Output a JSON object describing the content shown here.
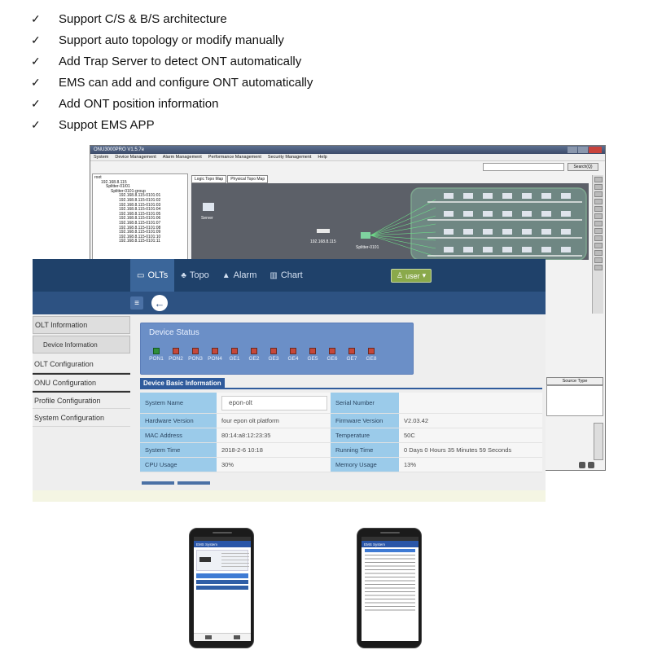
{
  "features": [
    "Support C/S & B/S architecture",
    "Support auto topology or modify manually",
    "Add Trap Server to detect ONT automatically",
    "EMS can add and configure ONT automatically",
    "Add ONT position information",
    "Suppot EMS APP"
  ],
  "check_glyph": "✓",
  "ems": {
    "title": "ONU3000PRO V1.5.7e",
    "menu": [
      "System",
      "Device Management",
      "Alarm Management",
      "Performance Management",
      "Security Management",
      "Help"
    ],
    "search_button": "Search(Q)",
    "tree": [
      "root",
      "192.168.8.115",
      "Splitter-01/01",
      "Splitter-0101-group",
      "192.168.8.115-0101:01",
      "192.168.8.115-0101:02",
      "192.168.8.115-0101:03",
      "192.168.8.115-0101:04",
      "192.168.8.115-0101:05",
      "192.168.8.115-0101:06",
      "192.168.8.115-0101:07",
      "192.168.8.115-0101:08",
      "192.168.8.115-0101:09",
      "192.168.8.115-0101:10",
      "192.168.8.115-0101:11"
    ],
    "tabs": [
      "Logic Topo Map",
      "Physical Topo Map"
    ],
    "topo": {
      "server_label": "Server",
      "olt_label": "192.168.8.115",
      "splitter_label": "Splitter-0101"
    },
    "source_type_header": "Source Type"
  },
  "web": {
    "nav": [
      {
        "label": "OLTs",
        "icon": "monitor-icon",
        "active": true
      },
      {
        "label": "Topo",
        "icon": "topology-icon",
        "active": false
      },
      {
        "label": "Alarm",
        "icon": "warning-icon",
        "active": false
      },
      {
        "label": "Chart",
        "icon": "chart-icon",
        "active": false
      }
    ],
    "user_label": "user",
    "sidebar": [
      "OLT Information",
      "Device Information",
      "OLT Configuration",
      "ONU Configuration",
      "Profile Configuration",
      "System Configuration"
    ],
    "device_status_title": "Device Status",
    "ports": [
      "PON1",
      "PON2",
      "PON3",
      "PON4",
      "GE1",
      "GE2",
      "GE3",
      "GE4",
      "GE5",
      "GE6",
      "GE7",
      "GE8"
    ],
    "basic_info_title": "Device Basic Information",
    "info": {
      "system_name_label": "System Name",
      "system_name_value": "epon-olt",
      "serial_number_label": "Serial Number",
      "serial_number_value": "",
      "hardware_version_label": "Hardware Version",
      "hardware_version_value": "four epon olt platform",
      "firmware_version_label": "Firmware Version",
      "firmware_version_value": "V2.03.42",
      "mac_address_label": "MAC Address",
      "mac_address_value": "80:14:a8:12:23:35",
      "temperature_label": "Temperature",
      "temperature_value": "50C",
      "system_time_label": "System Time",
      "system_time_value": "2018-2-6 10:18",
      "running_time_label": "Running Time",
      "running_time_value": "0 Days 0 Hours 35 Minutes 59 Seconds",
      "cpu_usage_label": "CPU Usage",
      "cpu_usage_value": "30%",
      "memory_usage_label": "Memory Usage",
      "memory_usage_value": "13%"
    }
  },
  "phones": {
    "app_title": "EMS System"
  }
}
